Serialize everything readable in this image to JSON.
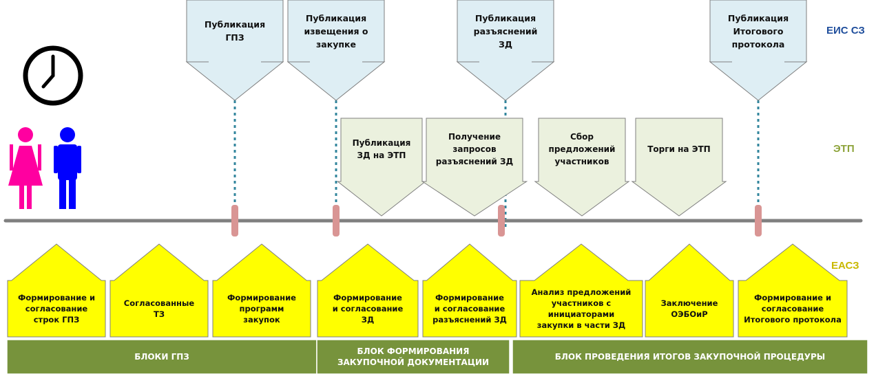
{
  "layers": {
    "eis": {
      "label": "ЕИС СЗ",
      "color": "#1F4E9C"
    },
    "etp": {
      "label": "ЭТП",
      "color": "#8DA33A"
    },
    "eacz": {
      "label": "ЕАСЗ",
      "color": "#C9B800"
    }
  },
  "top_steps": [
    {
      "label": "Публикация\nГПЗ"
    },
    {
      "label": "Публикация\nизвещения о\nзакупке"
    },
    {
      "label": "Публикация\nразъяснений\nЗД"
    },
    {
      "label": "Публикация\nИтогового\nпротокола"
    }
  ],
  "etp_steps": [
    {
      "label": "Публикация\nЗД на ЭТП"
    },
    {
      "label": "Получение\nзапросов\nразъяснений ЗД"
    },
    {
      "label": "Сбор\nпредложений\nучастников"
    },
    {
      "label": "Торги на ЭТП"
    }
  ],
  "bottom_steps": [
    {
      "label": "Формирование и\nсогласование\nстрок ГПЗ"
    },
    {
      "label": "Согласованные\nТЗ"
    },
    {
      "label": "Формирование\nпрограмм\nзакупок"
    },
    {
      "label": "Формирование\nи согласование\nЗД"
    },
    {
      "label": "Формирование\nи согласование\nразъяснений ЗД"
    },
    {
      "label": "Анализ предложений\nучастников с\nинициаторами\nзакупки в части ЗД"
    },
    {
      "label": "Заключение\nОЭБОиР"
    },
    {
      "label": "Формирование и\nсогласование\nИтогового протокола"
    }
  ],
  "blocks": [
    {
      "label": "БЛОКИ ГПЗ"
    },
    {
      "label": "БЛОК ФОРМИРОВАНИЯ\nЗАКУПОЧНОЙ ДОКУМЕНТАЦИИ"
    },
    {
      "label": "БЛОК ПРОВЕДЕНИЯ ИТОГОВ ЗАКУПОЧНОЙ ПРОЦЕДУРЫ"
    }
  ],
  "colors": {
    "top_fill": "#DEEEF4",
    "etp_fill": "#EBF1DE",
    "bottom_fill": "#FFFF00",
    "footer_fill": "#77933C",
    "timeline": "#808080",
    "marker": "#D99594",
    "connector": "#31859C",
    "woman": "#FF00A0",
    "man": "#0000FF"
  },
  "icons": {
    "clock": "clock-icon",
    "woman": "woman-icon",
    "man": "man-icon"
  }
}
